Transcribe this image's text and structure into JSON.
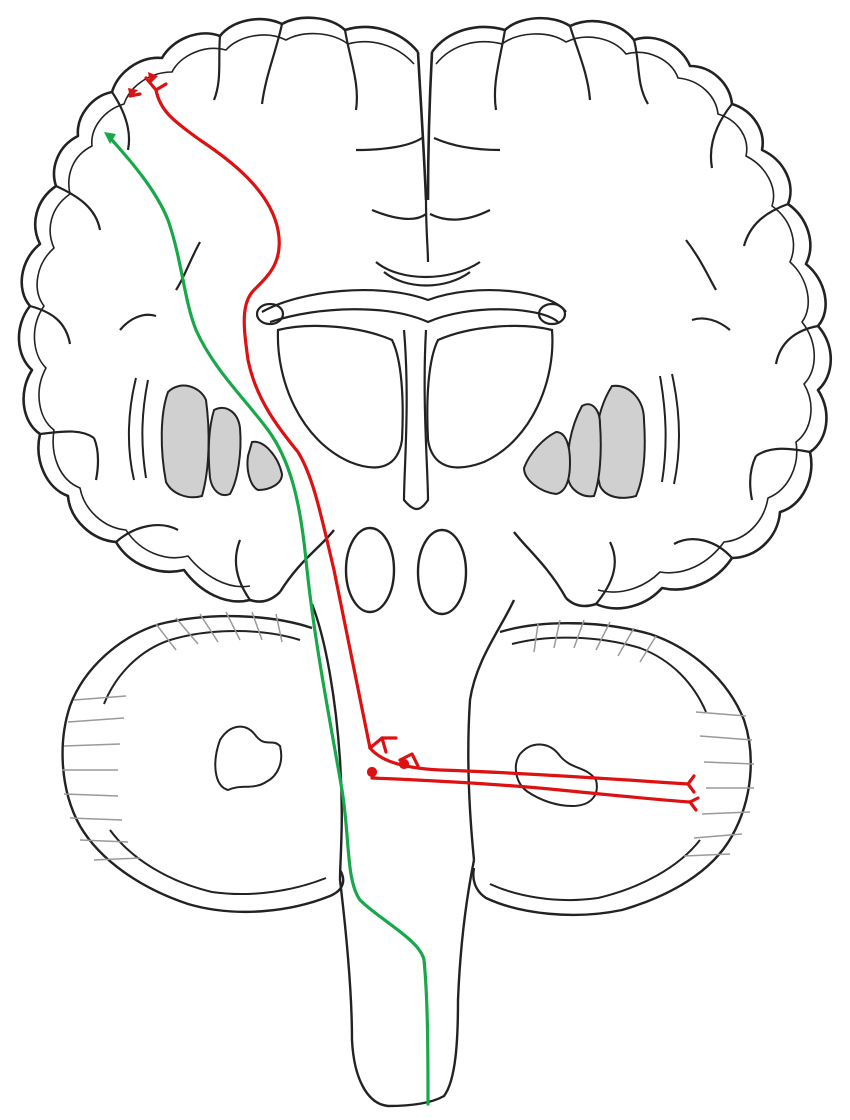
{
  "figure": {
    "subject": "coronal-section-brain-cerebrum-cerebellum-brainstem",
    "colors": {
      "outline": "#222222",
      "gray_nuclei": "#d0d0d0",
      "cerebellum_hatch": "#9a9a9a",
      "descending_tract": "#17a84a",
      "corticopontocerebellar_tract": "#dd1111"
    },
    "pathways": [
      {
        "id": "green-pathway",
        "color": "#17a84a"
      },
      {
        "id": "red-pathway",
        "color": "#dd1111"
      }
    ]
  }
}
